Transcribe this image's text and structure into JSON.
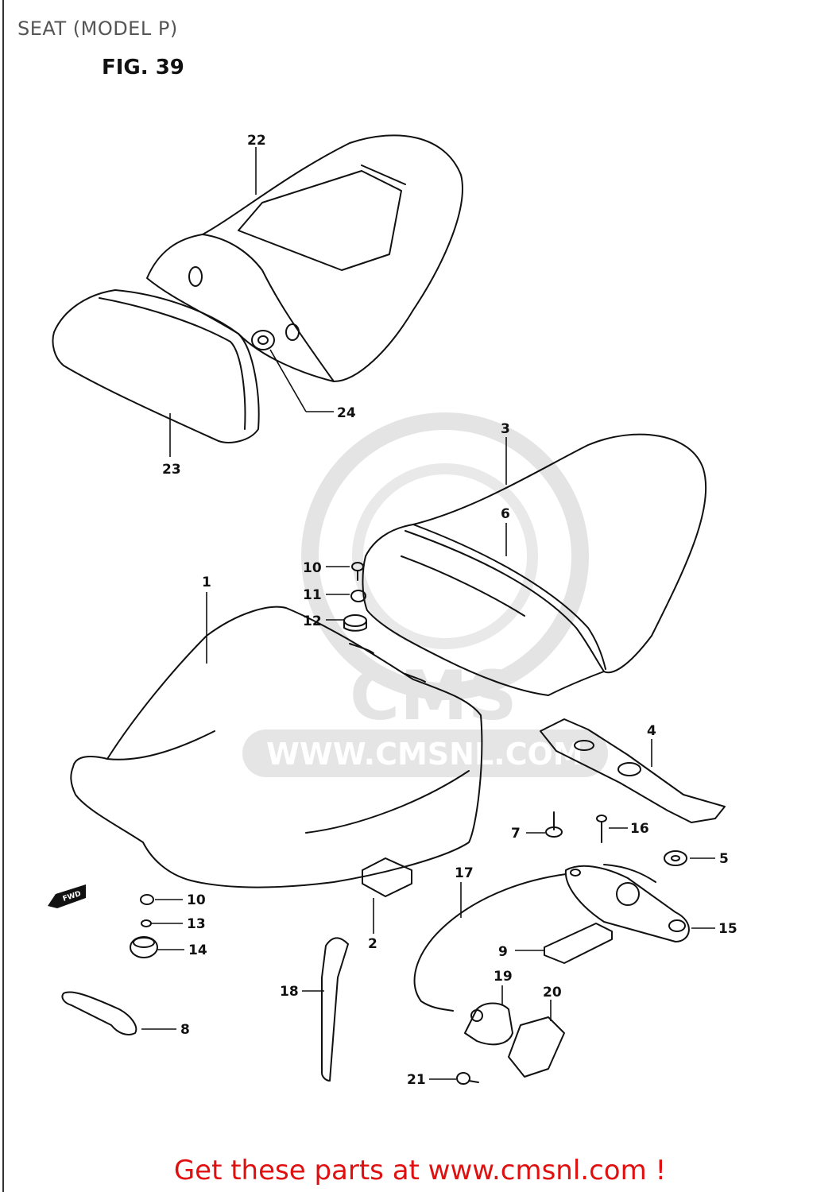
{
  "header": {
    "title": "SEAT (MODEL P)",
    "figure": "FIG. 39"
  },
  "callouts": [
    {
      "id": "1",
      "label": "1"
    },
    {
      "id": "2",
      "label": "2"
    },
    {
      "id": "3",
      "label": "3"
    },
    {
      "id": "4",
      "label": "4"
    },
    {
      "id": "5",
      "label": "5"
    },
    {
      "id": "6",
      "label": "6"
    },
    {
      "id": "7",
      "label": "7"
    },
    {
      "id": "8",
      "label": "8"
    },
    {
      "id": "9",
      "label": "9"
    },
    {
      "id": "10a",
      "label": "10"
    },
    {
      "id": "10b",
      "label": "10"
    },
    {
      "id": "11",
      "label": "11"
    },
    {
      "id": "12",
      "label": "12"
    },
    {
      "id": "13",
      "label": "13"
    },
    {
      "id": "14",
      "label": "14"
    },
    {
      "id": "15",
      "label": "15"
    },
    {
      "id": "16",
      "label": "16"
    },
    {
      "id": "17",
      "label": "17"
    },
    {
      "id": "18",
      "label": "18"
    },
    {
      "id": "19",
      "label": "19"
    },
    {
      "id": "20",
      "label": "20"
    },
    {
      "id": "21",
      "label": "21"
    },
    {
      "id": "22",
      "label": "22"
    },
    {
      "id": "23",
      "label": "23"
    },
    {
      "id": "24",
      "label": "24"
    }
  ],
  "direction_arrow": {
    "label": "FWD"
  },
  "watermark": {
    "brand": "CMS",
    "url": "WWW.CMSNL.COM"
  },
  "footer": {
    "cta": "Get these parts at www.cmsnl.com !"
  },
  "colors": {
    "line": "#111111",
    "cta": "#e01010",
    "watermark": "#c8c8c8"
  }
}
